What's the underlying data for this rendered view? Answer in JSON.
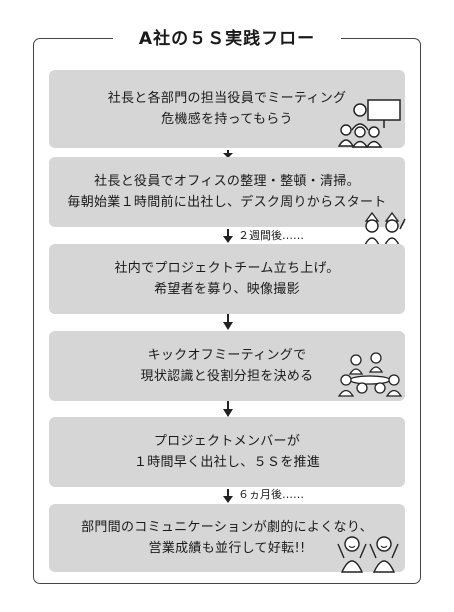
{
  "title": "A社の５Ｓ実践フロー",
  "steps": [
    {
      "lines": [
        "社長と各部門の担当役員でミーティング",
        "危機感を持ってもらう"
      ]
    },
    {
      "lines": [
        "社長と役員でオフィスの整理・整頓・清掃。",
        "毎朝始業１時間前に出社し、デスク周りからスタート"
      ]
    },
    {
      "lines": [
        "社内でプロジェクトチーム立ち上げ。",
        "希望者を募り、映像撮影"
      ]
    },
    {
      "lines": [
        "キックオフミーティングで",
        "現状認識と役割分担を決める"
      ]
    },
    {
      "lines": [
        "プロジェクトメンバーが",
        "１時間早く出社し、５Ｓを推進"
      ]
    },
    {
      "lines": [
        "部門間のコミュニケーションが劇的によくなり、",
        "営業成績も並行して好転!!"
      ]
    }
  ],
  "notes": {
    "after_step2": "２週間後……",
    "after_step5": "６ヵ月後……"
  },
  "illustrations": [
    "meeting-people-icon",
    "cleaning-people-icon",
    "team-meeting-icon",
    "celebrating-people-icon"
  ]
}
